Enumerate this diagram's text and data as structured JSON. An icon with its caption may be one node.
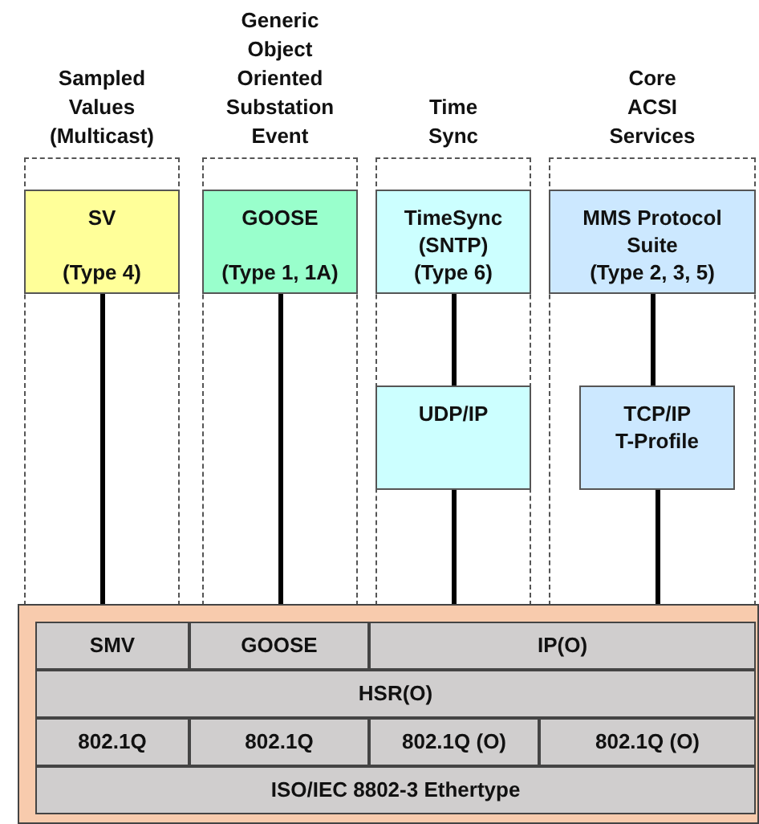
{
  "diagram": {
    "nodes": [
      {
        "text": [
          "Sampled Values (Multicast)"
        ]
      },
      {
        "text": [
          "Generic Object Oriented Substation Event"
        ]
      },
      {
        "text": [
          "Time Sync"
        ]
      },
      {
        "text": [
          "Core ACSI Services"
        ]
      },
      {
        "text": [
          "SV",
          "(Type 4)"
        ],
        "in": 0
      },
      {
        "text": [
          "GOOSE",
          "(Type 1, 1A)"
        ],
        "in": 1
      },
      {
        "text": [
          "TimeSync (SNTP)",
          "(Type 6)"
        ],
        "in": 2
      },
      {
        "text": [
          "MMS Protocol Suite",
          "(Type 2, 3, 5)"
        ],
        "in": 3
      },
      {
        "text": [
          "UDP/IP"
        ],
        "in": 2
      },
      {
        "text": [
          "TCP/IP T-Profile"
        ],
        "in": 3
      },
      {
        "text": [],
        "shape": "box"
      },
      {
        "text": [
          "SMV"
        ],
        "in": 10
      },
      {
        "text": [
          "GOOSE"
        ],
        "in": 10
      },
      {
        "text": [
          "IP(O)"
        ],
        "in": 10
      },
      {
        "text": [
          "HSR(O)"
        ],
        "in": 10
      },
      {
        "text": [
          "802.1Q"
        ],
        "in": 10
      },
      {
        "text": [
          "802.1Q"
        ],
        "in": 10
      },
      {
        "text": [
          "802.1Q (O)"
        ],
        "in": 10
      },
      {
        "text": [
          "802.1Q (O)"
        ],
        "in": 10
      },
      {
        "text": [
          "ISO/IEC 8802-3 Ethertype"
        ],
        "in": 10
      }
    ],
    "edges": [
      {
        "from": 4,
        "to": 10,
        "arrow": "none"
      },
      {
        "from": 5,
        "to": 10,
        "arrow": "none"
      },
      {
        "from": 6,
        "to": 8,
        "arrow": "none"
      },
      {
        "from": 8,
        "to": 10,
        "arrow": "none"
      },
      {
        "from": 7,
        "to": 9,
        "arrow": "none"
      },
      {
        "from": 9,
        "to": 10,
        "arrow": "none"
      }
    ]
  }
}
